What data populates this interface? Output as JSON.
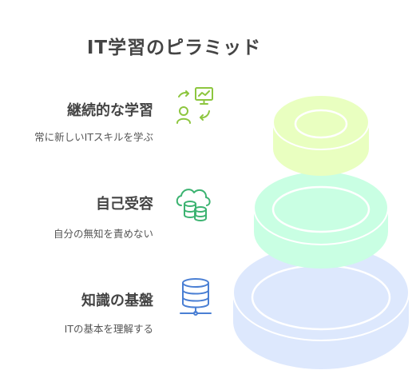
{
  "title": "IT学習のピラミッド",
  "levels": [
    {
      "label": "継続的な学習",
      "description": "常に新しいITスキルを学ぶ",
      "icon": "learning-cycle-icon",
      "color": "#e9ffc0",
      "stroke": "#8dc63f"
    },
    {
      "label": "自己受容",
      "description": "自分の無知を責めない",
      "icon": "cloud-database-icon",
      "color": "#c9ffe3",
      "stroke": "#3cb371"
    },
    {
      "label": "知識の基盤",
      "description": "ITの基本を理解する",
      "icon": "database-icon",
      "color": "#dde8fd",
      "stroke": "#4a7fd4"
    }
  ]
}
